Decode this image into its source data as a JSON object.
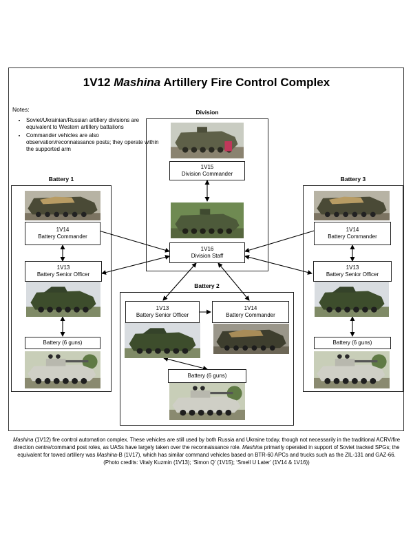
{
  "title": {
    "prefix": "1V12 ",
    "italic": "Mashina",
    "suffix": " Artillery Fire Control Complex"
  },
  "notes": {
    "heading": "Notes:",
    "items": [
      "Soviet/Ukrainian/Russian artillery divisions are equivalent to Western artillery battalions",
      "Commander vehicles are also observation/reconnaissance posts; they operate within the supported arm"
    ]
  },
  "groups": {
    "division": "Division",
    "battery1": "Battery 1",
    "battery2": "Battery 2",
    "battery3": "Battery 3"
  },
  "labels": {
    "div_cmd": {
      "code": "1V15",
      "role": "Division Commander"
    },
    "div_staff": {
      "code": "1V16",
      "role": "Division Staff"
    },
    "b1_cmd": {
      "code": "1V14",
      "role": "Battery Commander"
    },
    "b1_sr": {
      "code": "1V13",
      "role": "Battery Senior Officer"
    },
    "b1_guns": "Battery (6 guns)",
    "b2_sr": {
      "code": "1V13",
      "role": "Battery Senior Officer"
    },
    "b2_cmd": {
      "code": "1V14",
      "role": "Battery Commander"
    },
    "b2_guns": "Battery (6 guns)",
    "b3_cmd": {
      "code": "1V14",
      "role": "Battery Commander"
    },
    "b3_sr": {
      "code": "1V13",
      "role": "Battery Senior Officer"
    },
    "b3_guns": "Battery (6 guns)"
  },
  "caption": {
    "i1": "Mashina",
    "t1": " (1V12) fire control automation complex. These vehicles are still used by both Russia and Ukraine today, though not necessarily in the traditional ACRV/fire direction centre/command post roles, as UASs have largely taken over the reconnaissance role. ",
    "i2": "Mashina",
    "t2": " primarily operated in support of Soviet tracked SPGs; the equivalent for towed artillery was ",
    "i3": "Mashina",
    "t3": "-B (1V17), which has similar command vehicles based on BTR-60 APCs and trucks such as the ZIL-131 and GAZ-66. (Photo credits: Vitaly Kuzmin (1V13); ‘Simon Q’ (1V15); ‘Smell U Later’ (1V14 & 1V16))"
  }
}
